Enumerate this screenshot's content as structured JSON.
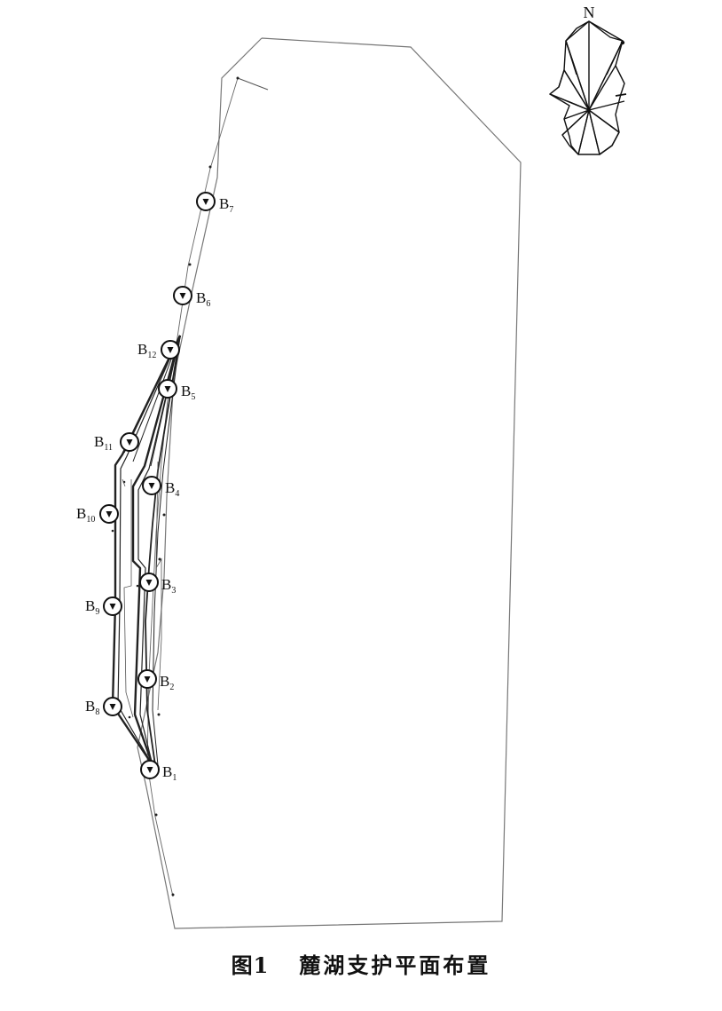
{
  "caption": {
    "number": "图1",
    "title": "麓湖支护平面布置"
  },
  "compass": {
    "label": "N",
    "icon": "wind-rose-compass-icon"
  },
  "markers": [
    {
      "id": "B1",
      "letter": "B",
      "sub": "1"
    },
    {
      "id": "B2",
      "letter": "B",
      "sub": "2"
    },
    {
      "id": "B3",
      "letter": "B",
      "sub": "3"
    },
    {
      "id": "B4",
      "letter": "B",
      "sub": "4"
    },
    {
      "id": "B5",
      "letter": "B",
      "sub": "5"
    },
    {
      "id": "B6",
      "letter": "B",
      "sub": "6"
    },
    {
      "id": "B7",
      "letter": "B",
      "sub": "7"
    },
    {
      "id": "B8",
      "letter": "B",
      "sub": "8"
    },
    {
      "id": "B9",
      "letter": "B",
      "sub": "9"
    },
    {
      "id": "B10",
      "letter": "B",
      "sub": "10"
    },
    {
      "id": "B11",
      "letter": "B",
      "sub": "11"
    },
    {
      "id": "B12",
      "letter": "B",
      "sub": "12"
    }
  ],
  "colors": {
    "line": "#333333",
    "thin_line": "#777777",
    "background": "#ffffff"
  }
}
